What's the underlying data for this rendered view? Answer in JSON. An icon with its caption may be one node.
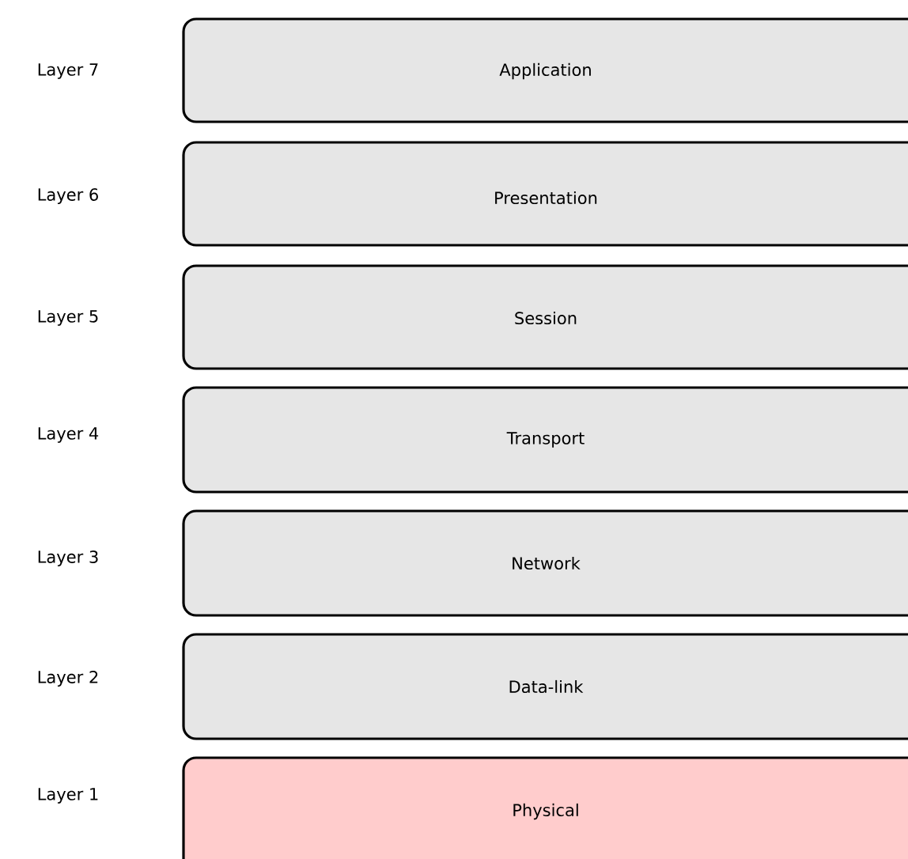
{
  "diagram": {
    "nodes": [
      {
        "text": [
          "Application"
        ]
      },
      {
        "text": [
          "Presentation"
        ]
      },
      {
        "text": [
          "Session"
        ]
      },
      {
        "text": [
          "Transport"
        ]
      },
      {
        "text": [
          "Network"
        ]
      },
      {
        "text": [
          "Data-link"
        ]
      },
      {
        "text": [
          "Physical"
        ]
      }
    ],
    "labels": [
      "Layer 7",
      "Layer 6",
      "Layer 5",
      "Layer 4",
      "Layer 3",
      "Layer 2",
      "Layer 1"
    ]
  }
}
